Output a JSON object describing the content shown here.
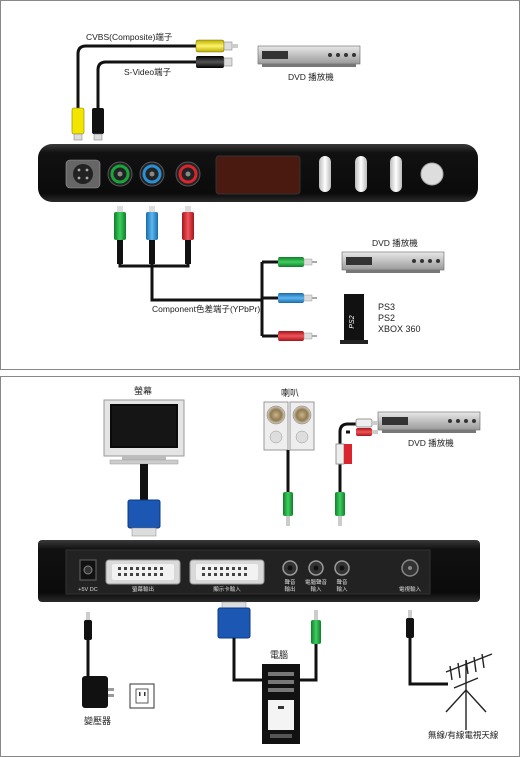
{
  "top": {
    "cvbs_label": "CVBS(Composite)端子",
    "svideo_label": "S-Video端子",
    "dvd1_label": "DVD 播放機",
    "dvd2_label": "DVD 播放機",
    "component_label": "Component色差端子(YPbPr)",
    "console_ps3": "PS3",
    "console_ps2": "PS2",
    "console_xbox": "XBOX 360"
  },
  "bottom": {
    "monitor_label": "螢幕",
    "speaker_label": "喇叭",
    "dvd_label": "DVD 播放機",
    "port_dc": "+5V DC",
    "port_screen_out": "螢幕輸出",
    "port_display_in": "顯示卡輸入",
    "port_audio_out_1": "聲音",
    "port_audio_out_2": "輸出",
    "port_pc_audio_1": "電腦聲音",
    "port_pc_audio_2": "輸入",
    "port_audio_in_1": "聲音",
    "port_audio_in_2": "輸入",
    "port_tv_in": "電視輸入",
    "computer_label": "電腦",
    "adapter_label": "變壓器",
    "antenna_label": "無線/有線電視天線"
  },
  "colors": {
    "green": "#1aa53c",
    "blue": "#2b8fd4",
    "red": "#d9262e",
    "yellow": "#f2e600",
    "device_body": "#1a1a1a"
  }
}
